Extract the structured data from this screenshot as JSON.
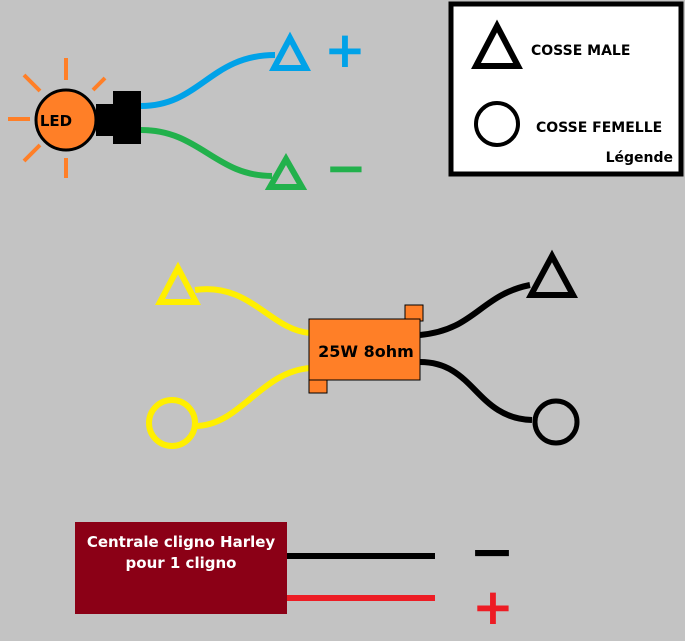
{
  "led": {
    "label": "LED"
  },
  "polarity": {
    "plus": "+",
    "minus": "−"
  },
  "legend": {
    "male_label": "COSSE MALE",
    "female_label": "COSSE FEMELLE",
    "title": "Légende"
  },
  "resistor": {
    "label": "25W 8ohm"
  },
  "central": {
    "line1": "Centrale cligno Harley",
    "line2": "pour 1 cligno"
  },
  "colors": {
    "background": "#c3c3c3",
    "led_orange": "#ff7f27",
    "wire_blue": "#00a2e8",
    "wire_green": "#22b14c",
    "wire_yellow": "#ffef00",
    "wire_black": "#000000",
    "wire_red": "#ed1c24",
    "central_red": "#8b0016"
  }
}
